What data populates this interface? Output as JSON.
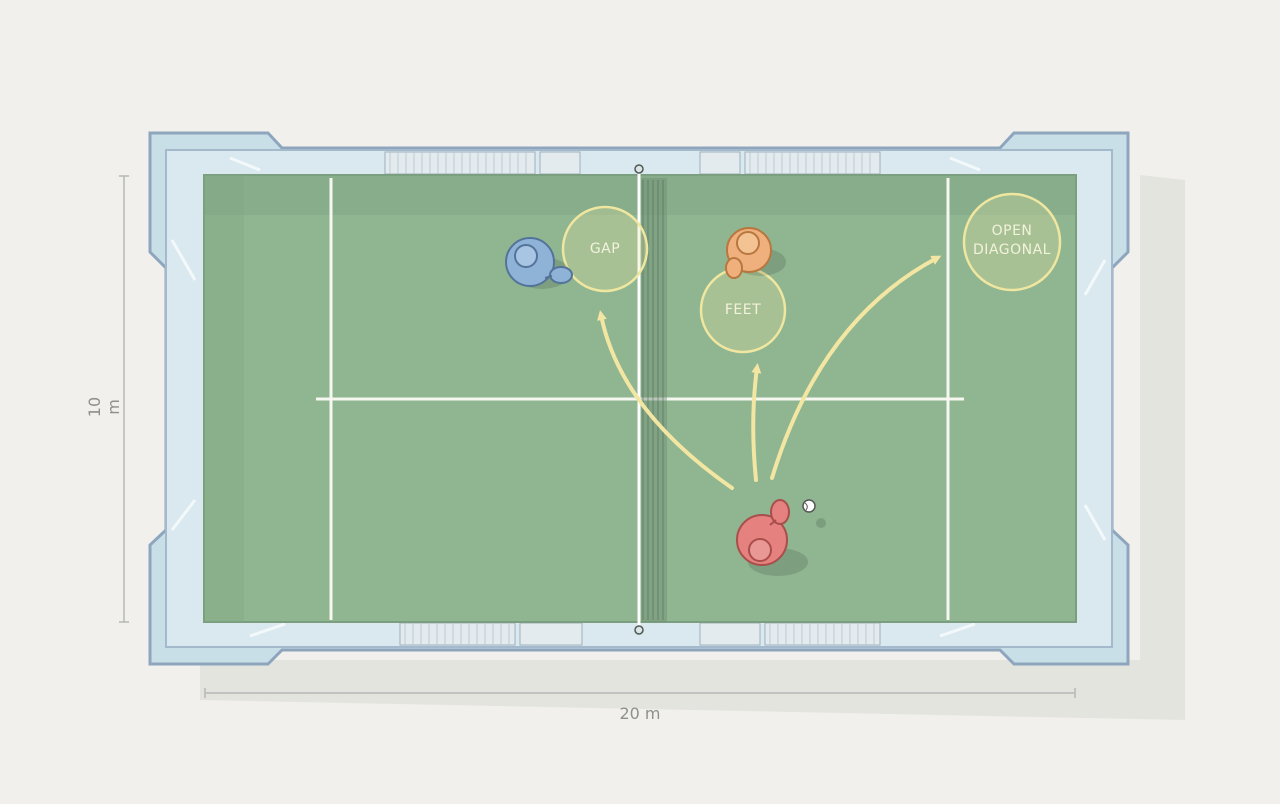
{
  "dimensions": {
    "width_label": "20 m",
    "height_label": "10 m"
  },
  "zones": {
    "gap": "GAP",
    "feet": "FEET",
    "open_diagonal_line1": "OPEN",
    "open_diagonal_line2": "DIAGONAL"
  },
  "colors": {
    "background": "#f1f0ec",
    "court": "#8fb591",
    "glass": "#c9dfe8",
    "frame": "#8ea6bd",
    "lines": "#f7f7f2",
    "arrow": "#f2e6a2",
    "zone": "#efe6a0",
    "player_blue": "#8fb3d6",
    "player_orange": "#efb07e",
    "player_red": "#e5827f"
  },
  "icons": [
    "player-blue-icon",
    "player-orange-icon",
    "player-red-icon",
    "ball-icon"
  ]
}
